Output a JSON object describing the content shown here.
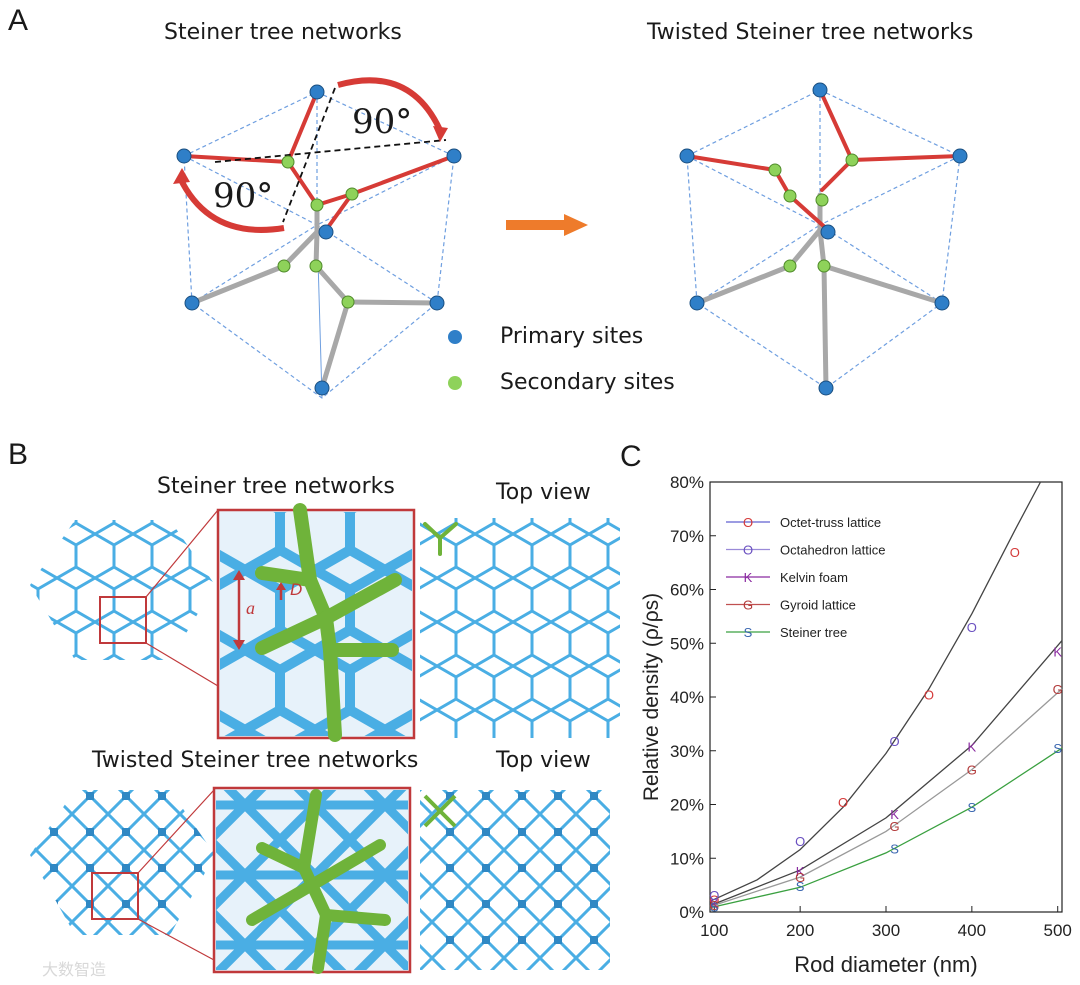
{
  "panel_a": {
    "letter": "A",
    "title_left": "Steiner tree networks",
    "title_right": "Twisted Steiner tree networks",
    "angle_upper": "90°",
    "angle_lower": "90°",
    "legend": [
      {
        "label": "Primary sites",
        "color": "#2f7fc8"
      },
      {
        "label": "Secondary sites",
        "color": "#8ed25a"
      }
    ],
    "colors": {
      "bond_red": "#d63b36",
      "arrow_orange": "#ee7b2b",
      "dash_blue": "#6f9fe0"
    }
  },
  "panel_b": {
    "letter": "B",
    "title_upper": "Steiner tree networks",
    "top_view_upper": "Top view",
    "title_lower": "Twisted Steiner tree networks",
    "top_view_lower": "Top view",
    "label_a": "a",
    "label_d": "D",
    "colors": {
      "lattice_blue": "#4aaee4",
      "unit_green": "#6fb33a",
      "frame_red": "#c0393b"
    }
  },
  "panel_c": {
    "letter": "C"
  },
  "chart_data": {
    "type": "scatter",
    "xlabel": "Rod diameter (nm)",
    "ylabel": "Relative density (ρ/ρs)",
    "xlim": [
      95,
      505
    ],
    "ylim": [
      0,
      80
    ],
    "xticks": [
      "100",
      "200",
      "300",
      "400",
      "500"
    ],
    "yticks": [
      "0%",
      "10%",
      "20%",
      "30%",
      "40%",
      "50%",
      "60%",
      "70%",
      "80%"
    ],
    "legend_position": "top-left",
    "series": [
      {
        "name": "Octet-truss lattice",
        "marker": "O",
        "color": "#d43a3a",
        "line": "#6060d0",
        "points": [
          [
            100,
            2.3
          ],
          [
            250,
            20.5
          ],
          [
            350,
            40.5
          ],
          [
            450,
            67.0
          ]
        ]
      },
      {
        "name": "Octahedron lattice",
        "marker": "O",
        "color": "#6a50c0",
        "line": "#9a8ad8",
        "points": [
          [
            100,
            3.2
          ],
          [
            200,
            13.2
          ],
          [
            310,
            31.8
          ],
          [
            400,
            53.0
          ]
        ]
      },
      {
        "name": "Kelvin foam",
        "marker": "K",
        "color": "#8a2aa0",
        "line": "#8a2aa0",
        "points": [
          [
            100,
            1.6
          ],
          [
            200,
            7.6
          ],
          [
            310,
            18.2
          ],
          [
            400,
            30.8
          ],
          [
            500,
            48.5
          ]
        ]
      },
      {
        "name": "Gyroid lattice",
        "marker": "G",
        "color": "#b23a3a",
        "line": "#c05050",
        "points": [
          [
            100,
            1.3
          ],
          [
            200,
            6.5
          ],
          [
            310,
            16.0
          ],
          [
            400,
            26.5
          ],
          [
            500,
            41.5
          ]
        ]
      },
      {
        "name": "Steiner tree",
        "marker": "S",
        "color": "#3a66b0",
        "line": "#3aa040",
        "points": [
          [
            100,
            1.0
          ],
          [
            200,
            4.8
          ],
          [
            310,
            11.8
          ],
          [
            400,
            19.5
          ],
          [
            500,
            30.5
          ]
        ]
      }
    ],
    "fit_curves": [
      {
        "color": "#444444",
        "points": [
          [
            95,
            2.0
          ],
          [
            150,
            6.0
          ],
          [
            200,
            11.6
          ],
          [
            250,
            19.5
          ],
          [
            300,
            29.5
          ],
          [
            350,
            41.5
          ],
          [
            400,
            55.5
          ],
          [
            450,
            71.0
          ],
          [
            480,
            80.0
          ]
        ]
      },
      {
        "color": "#444444",
        "points": [
          [
            95,
            1.2
          ],
          [
            200,
            7.8
          ],
          [
            300,
            17.5
          ],
          [
            400,
            31.0
          ],
          [
            505,
            50.5
          ]
        ]
      },
      {
        "color": "#999999",
        "points": [
          [
            95,
            1.0
          ],
          [
            200,
            6.5
          ],
          [
            300,
            15.0
          ],
          [
            400,
            26.5
          ],
          [
            505,
            41.5
          ]
        ]
      },
      {
        "color": "#3aa040",
        "points": [
          [
            95,
            0.8
          ],
          [
            200,
            4.6
          ],
          [
            300,
            11.0
          ],
          [
            400,
            19.5
          ],
          [
            505,
            30.5
          ]
        ]
      }
    ]
  },
  "watermark": "大数智造"
}
